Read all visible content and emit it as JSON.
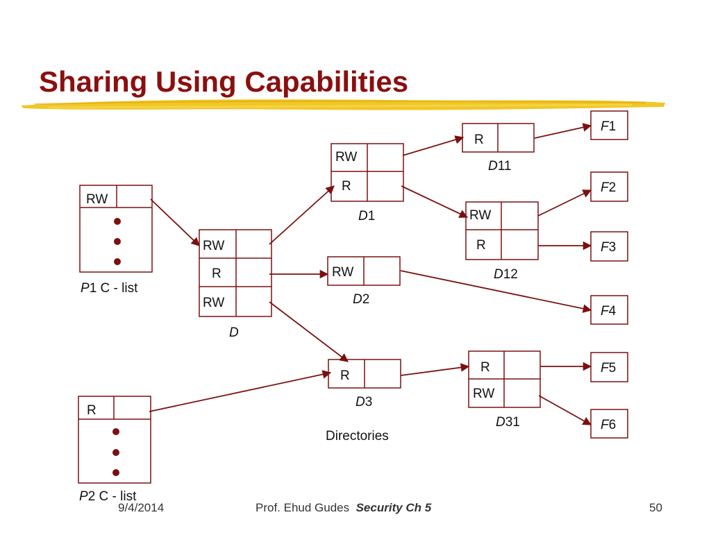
{
  "slide": {
    "title": "Sharing Using Capabilities",
    "footer": {
      "date": "9/4/2014",
      "author": "Prof. Ehud Gudes",
      "course": "Security  Ch 5",
      "page": "50"
    }
  },
  "diagram": {
    "directories_label": "Directories",
    "p1": {
      "prefix": "P",
      "suffix": "1 C - list",
      "first_right": "RW"
    },
    "p2": {
      "prefix": "P",
      "suffix": "2 C - list",
      "first_right": "R"
    },
    "d": {
      "name": "D",
      "rows": [
        "RW",
        "R",
        "RW"
      ]
    },
    "d1": {
      "prefix": "D",
      "suffix": "1",
      "rows": [
        "RW",
        "R"
      ]
    },
    "d2": {
      "prefix": "D",
      "suffix": "2",
      "rows": [
        "RW"
      ]
    },
    "d3": {
      "prefix": "D",
      "suffix": "3",
      "rows": [
        "R"
      ]
    },
    "d11": {
      "prefix": "D",
      "suffix": "11",
      "rows": [
        "R"
      ]
    },
    "d12": {
      "prefix": "D",
      "suffix": "12",
      "rows": [
        "RW",
        "R"
      ]
    },
    "d31": {
      "prefix": "D",
      "suffix": "31",
      "rows": [
        "R",
        "RW"
      ]
    },
    "files": [
      {
        "prefix": "F",
        "suffix": "1"
      },
      {
        "prefix": "F",
        "suffix": "2"
      },
      {
        "prefix": "F",
        "suffix": "3"
      },
      {
        "prefix": "F",
        "suffix": "4"
      },
      {
        "prefix": "F",
        "suffix": "5"
      },
      {
        "prefix": "F",
        "suffix": "6"
      }
    ],
    "colors": {
      "arrow": "#7a1010",
      "title": "#8b0f0f",
      "brush": "#f0c010"
    }
  }
}
